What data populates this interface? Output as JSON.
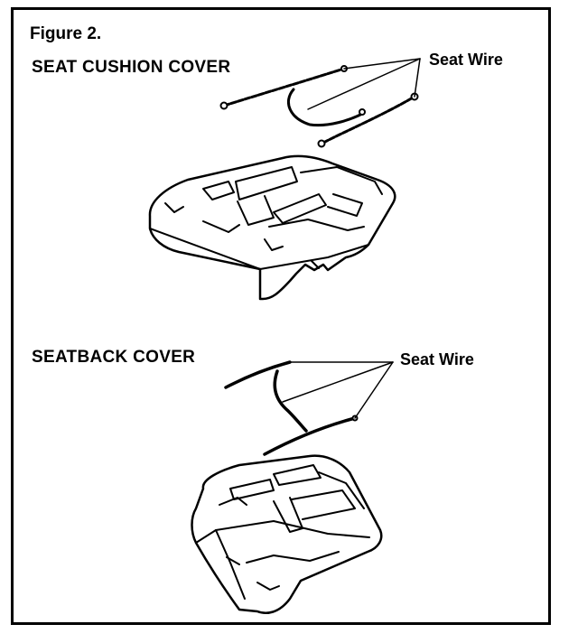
{
  "figure": {
    "title": "Figure 2.",
    "sections": [
      {
        "heading": "SEAT CUSHION COVER",
        "callout": "Seat Wire"
      },
      {
        "heading": "SEATBACK COVER",
        "callout": "Seat Wire"
      }
    ]
  },
  "colors": {
    "ink": "#000000",
    "paper": "#ffffff"
  }
}
